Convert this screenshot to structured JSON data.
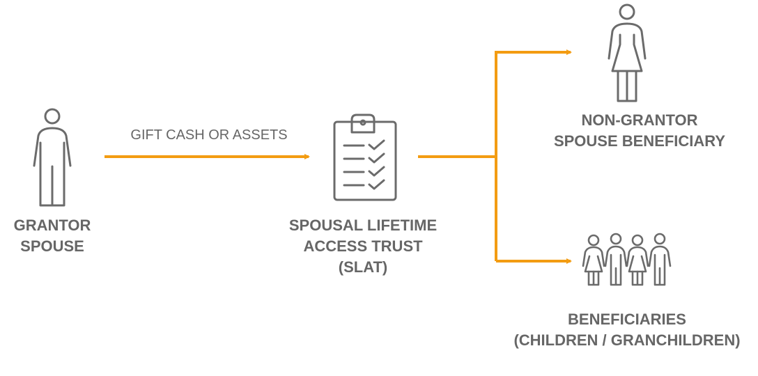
{
  "colors": {
    "arrow": "#F39C12",
    "text": "#666666",
    "icon": "#6b6b6b"
  },
  "nodes": {
    "grantor": {
      "line1": "GRANTOR",
      "line2": "SPOUSE",
      "icon": "man-icon"
    },
    "slat": {
      "line1": "SPOUSAL LIFETIME",
      "line2": "ACCESS TRUST",
      "line3": "(SLAT)",
      "icon": "clipboard-checklist-icon"
    },
    "spouse_beneficiary": {
      "line1": "NON-GRANTOR",
      "line2": "SPOUSE BENEFICIARY",
      "icon": "woman-icon"
    },
    "beneficiaries": {
      "line1": "BENEFICIARIES",
      "line2": "(CHILDREN / GRANCHILDREN)",
      "icon": "children-group-icon"
    }
  },
  "edges": {
    "gift": {
      "label": "GIFT CASH OR ASSETS"
    }
  }
}
